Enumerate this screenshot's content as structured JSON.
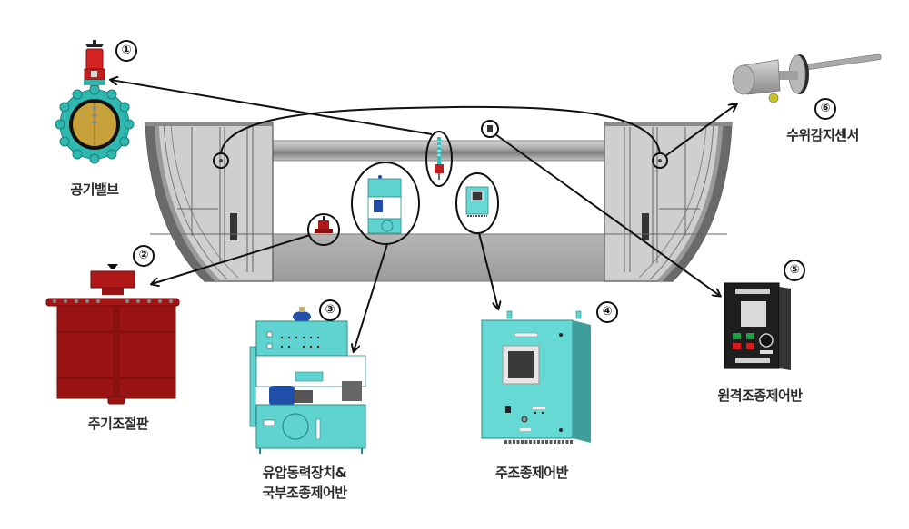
{
  "diagram": {
    "subject": "Vessel hull cross-section with marked equipment locations",
    "components": [
      {
        "number": "①",
        "label": "공기밸브",
        "colors": {
          "body": "#2fb8b0",
          "actuator": "#d32222",
          "disc": "#c7a13a"
        }
      },
      {
        "number": "②",
        "label": "주기조절판",
        "colors": {
          "body": "#9b1414"
        }
      },
      {
        "number": "③",
        "label_line1": "유압동력장치&",
        "label_line2": "국부조종제어반",
        "colors": {
          "body": "#5fd3cf",
          "motor": "#1f4fa8"
        }
      },
      {
        "number": "④",
        "label": "주조종제어반",
        "colors": {
          "body": "#67d9d4",
          "screen": "#3a3a3a"
        }
      },
      {
        "number": "⑤",
        "label": "원격조종제어반",
        "colors": {
          "body": "#1e1e1e",
          "green_button": "#1aa341",
          "red_button": "#d81c1c"
        }
      },
      {
        "number": "⑥",
        "label": "수위감지센서",
        "colors": {
          "body": "#9c9c9c",
          "accent": "#c9c21c"
        }
      }
    ],
    "hull_colors": {
      "frame": "#c9c9c9",
      "dark": "#8a8a8a",
      "floor": "#a9a9a9",
      "pipe": "#9a9a9a"
    }
  }
}
